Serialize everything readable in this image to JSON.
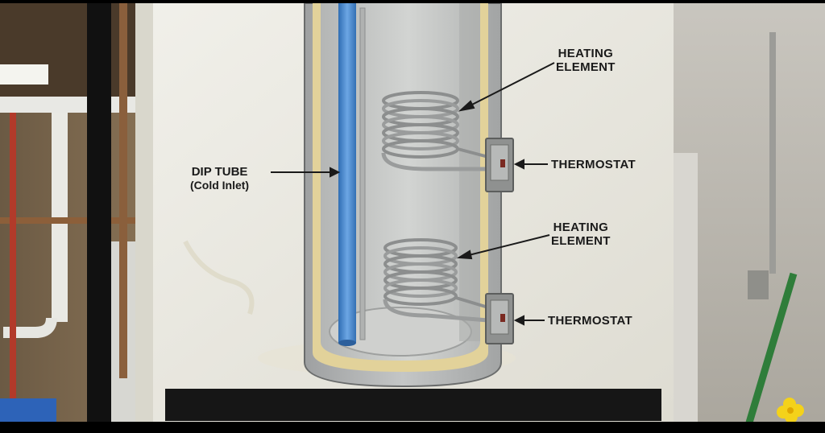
{
  "labels": {
    "heating_element_top": [
      "HEATING",
      "ELEMENT"
    ],
    "heating_element_bottom": [
      "HEATING",
      "ELEMENT"
    ],
    "thermostat_top": "THERMOSTAT",
    "thermostat_bottom": "THERMOSTAT",
    "dip_tube": "DIP TUBE",
    "dip_tube_sub": "(Cold Inlet)"
  },
  "colors": {
    "poster": "#ecebe4",
    "tank_shell": "#b9bbbb",
    "tank_interior": "#c8cac8",
    "insulation": "#e2d29a",
    "dip_tube": "#4f8ccf",
    "coil": "#9a9c9c",
    "basement_wall": "#bdbab3",
    "accent_flower": "#f4d21a"
  }
}
